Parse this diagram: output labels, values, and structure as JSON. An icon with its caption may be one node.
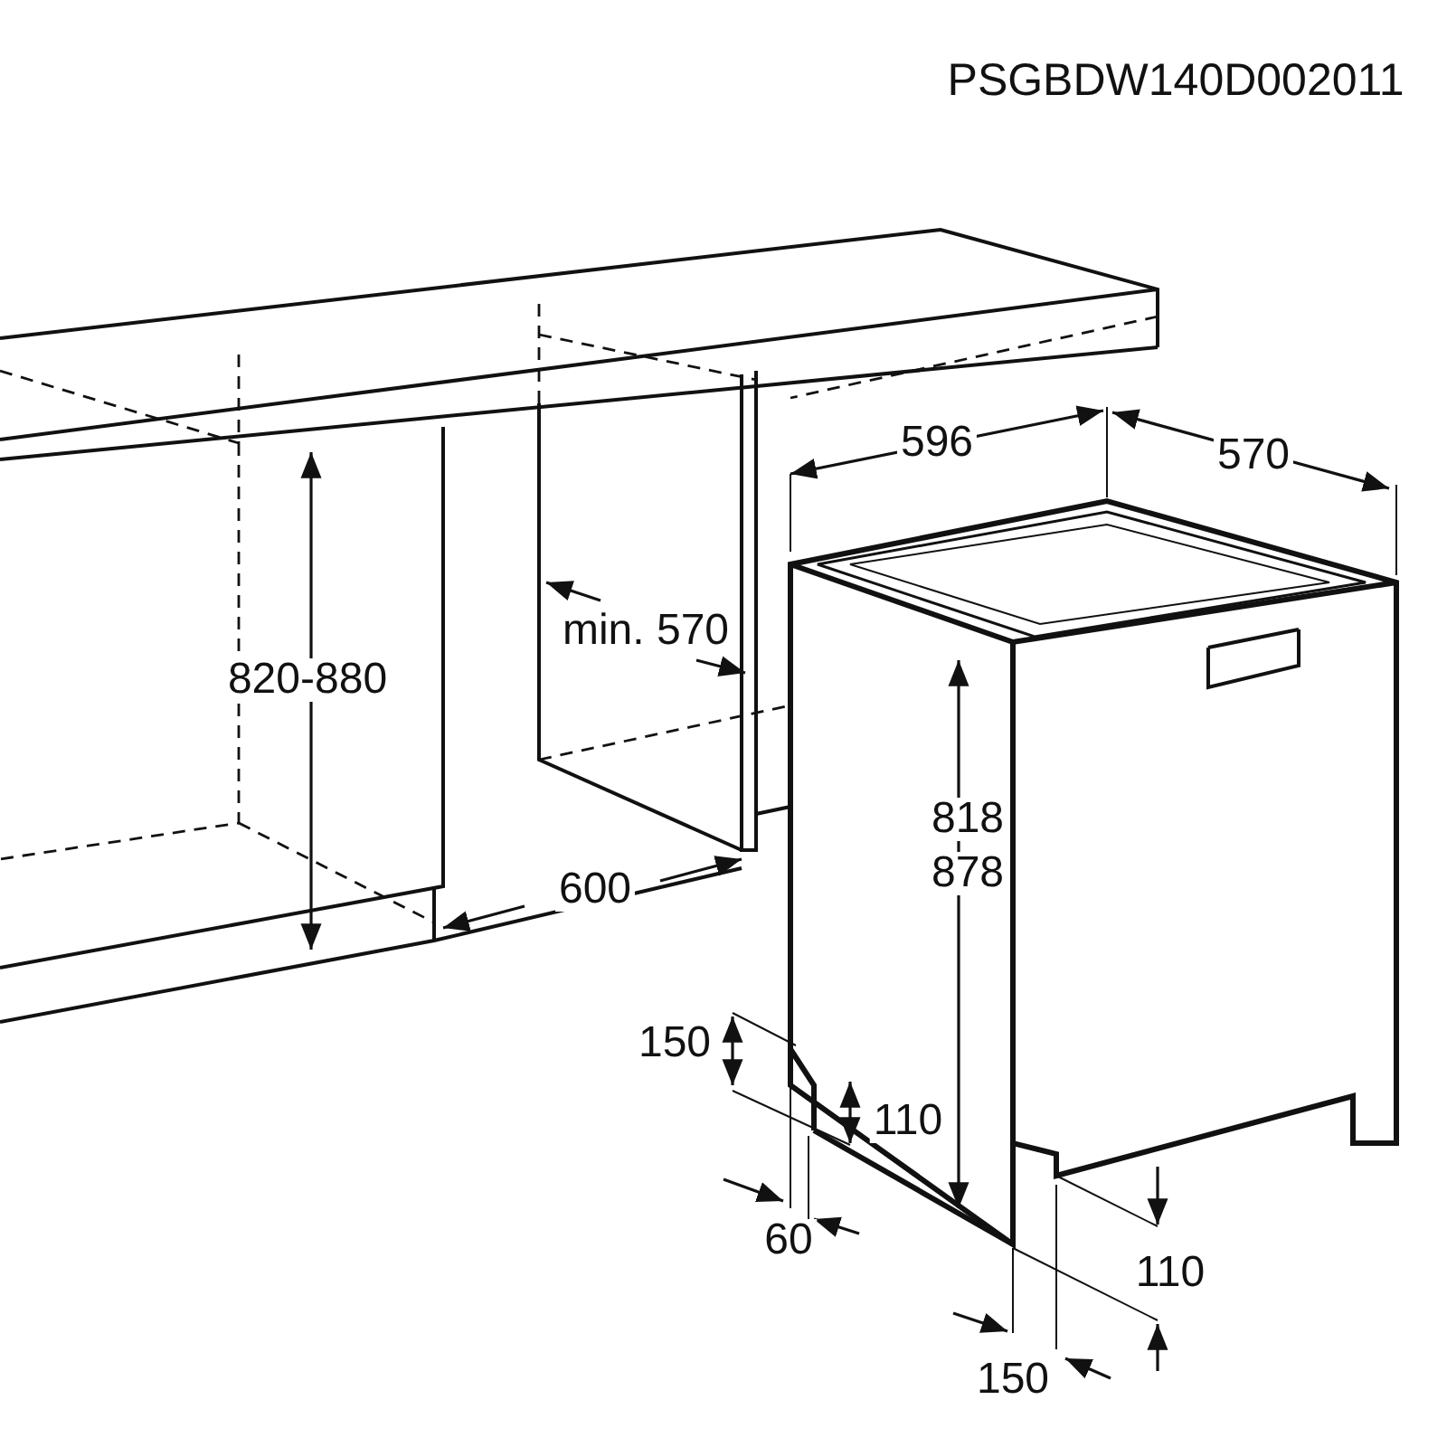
{
  "diagram": {
    "labels": [
      "PSGBDW140D002011",
      "596",
      "570",
      "min. 570",
      "820-880",
      "818",
      "878",
      "600",
      "150",
      "110",
      "60",
      "110",
      "150"
    ]
  }
}
